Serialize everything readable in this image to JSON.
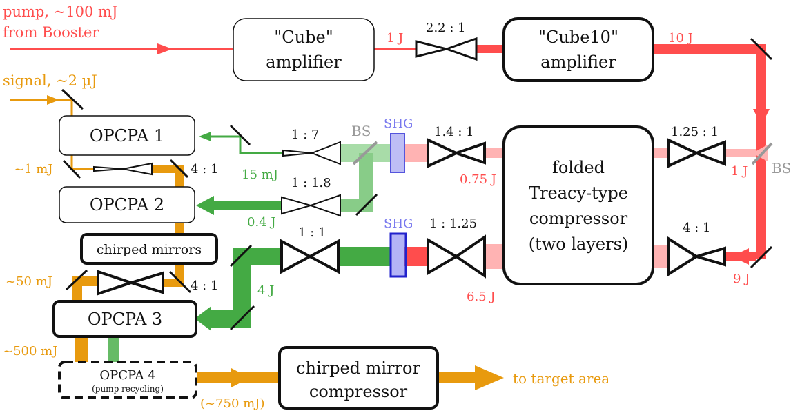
{
  "colors": {
    "pump": "#ff4d4d",
    "pump_light": "#ffb3b3",
    "signal": "#e89a0e",
    "green": "#44aa44",
    "green_light": "#a8dca8",
    "shg": "#7777ee",
    "bs": "#999999",
    "black": "#111111"
  },
  "labels": {
    "pump_line1": "pump, ~100 mJ",
    "pump_line2": "from Booster",
    "signal": "signal, ~2 µJ",
    "e_1j_top": "1 J",
    "ratio_22": "2.2 : 1",
    "e_10j": "10 J",
    "ratio_125": "1.25 : 1",
    "bs_right": "BS",
    "e_1j_right": "1 J",
    "ratio_41_right": "4 : 1",
    "e_9j": "9 J",
    "ratio_14": "1.4 : 1",
    "e_075j": "0.75 J",
    "ratio_1125": "1 : 1.25",
    "e_65j": "6.5 J",
    "shg_top": "SHG",
    "shg_bottom": "SHG",
    "bs_left": "BS",
    "ratio_17": "1 : 7",
    "e_15mj": "15 mJ",
    "ratio_118": "1 : 1.8",
    "e_04j": "0.4 J",
    "ratio_11": "1 : 1",
    "e_4j": "4 J",
    "e_1mj": "~1 mJ",
    "ratio_41_a": "4 : 1",
    "ratio_41_b": "4 : 1",
    "e_50mj": "~50 mJ",
    "e_500mj": "~500 mJ",
    "e_750mj": "(~750 mJ)",
    "to_target": "to target area"
  },
  "boxes": {
    "cube_line1": "\"Cube\"",
    "cube_line2": "amplifier",
    "cube10_line1": "\"Cube10\"",
    "cube10_line2": "amplifier",
    "compressor_line1": "folded",
    "compressor_line2": "Treacy-type",
    "compressor_line3": "compressor",
    "compressor_line4": "(two layers)",
    "opcpa1": "OPCPA 1",
    "opcpa2": "OPCPA 2",
    "chirped_mirrors": "chirped mirrors",
    "opcpa3": "OPCPA 3",
    "opcpa4_line1": "OPCPA 4",
    "opcpa4_line2": "(pump recycling)",
    "cm_comp_line1": "chirped mirror",
    "cm_comp_line2": "compressor"
  }
}
